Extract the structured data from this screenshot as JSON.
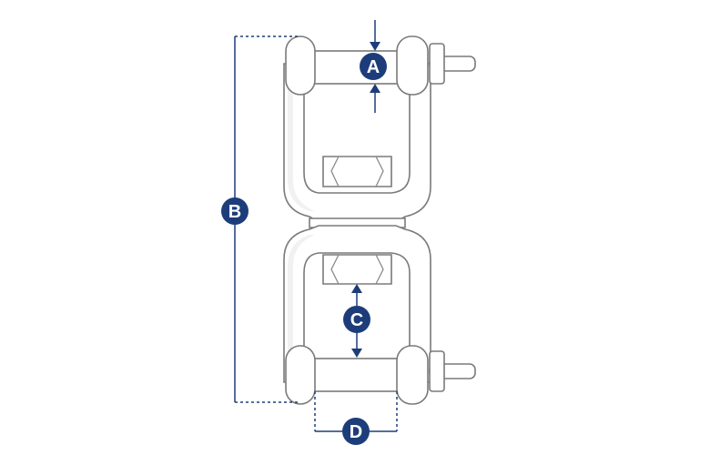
{
  "labels": {
    "a": "A",
    "b": "B",
    "c": "C",
    "d": "D"
  },
  "colors": {
    "dimension": "#1d3d7a",
    "outline": "#7a7a7a",
    "background": "#ffffff"
  }
}
